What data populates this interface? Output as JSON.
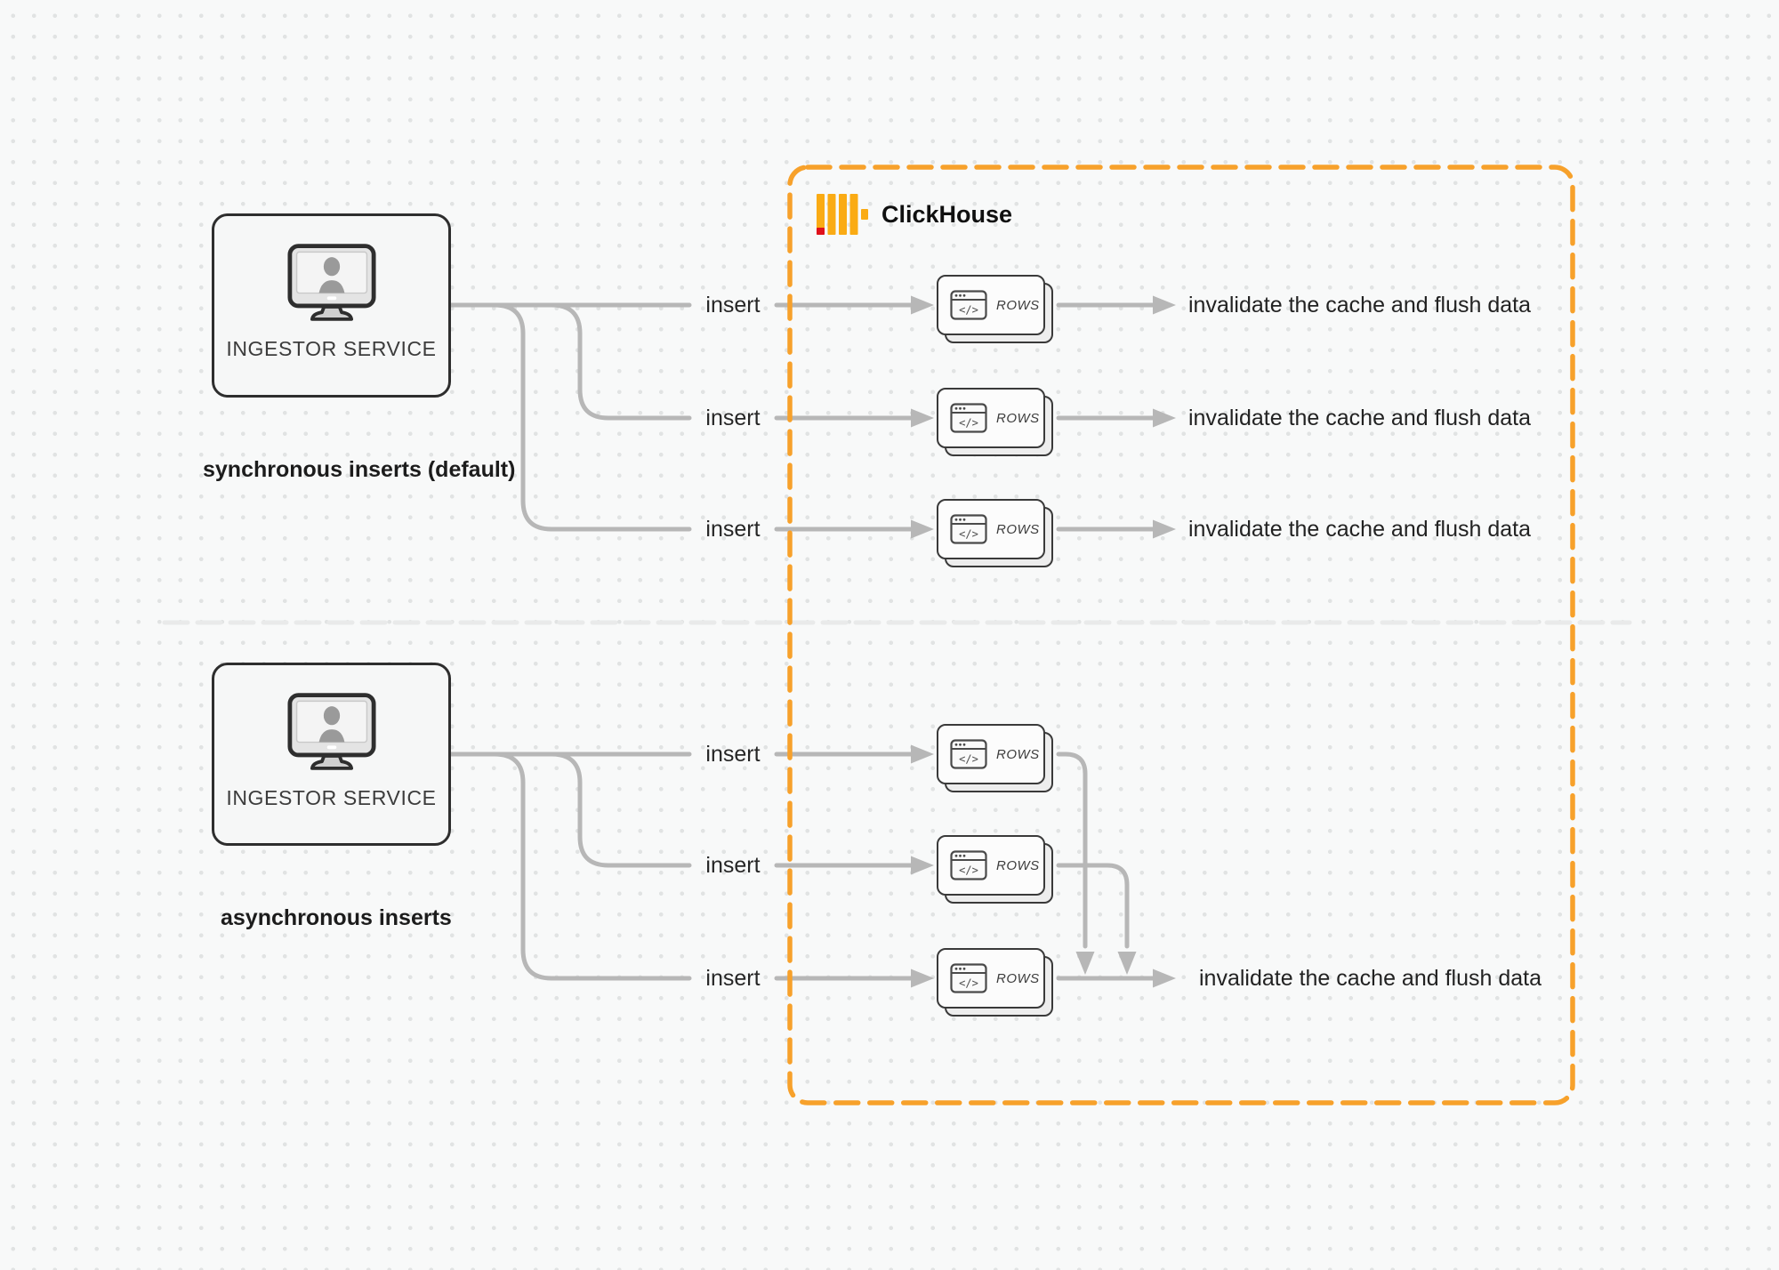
{
  "diagram": {
    "clickhouse_label": "ClickHouse",
    "sync": {
      "caption": "synchronous inserts (default)",
      "service_label": "INGESTOR SERVICE",
      "rows": [
        {
          "insert_label": "insert",
          "card_label": "ROWS",
          "result_label": "invalidate the cache and flush data"
        },
        {
          "insert_label": "insert",
          "card_label": "ROWS",
          "result_label": "invalidate the cache and flush data"
        },
        {
          "insert_label": "insert",
          "card_label": "ROWS",
          "result_label": "invalidate the cache and flush data"
        }
      ]
    },
    "async": {
      "caption": "asynchronous inserts",
      "service_label": "INGESTOR SERVICE",
      "rows": [
        {
          "insert_label": "insert",
          "card_label": "ROWS"
        },
        {
          "insert_label": "insert",
          "card_label": "ROWS"
        },
        {
          "insert_label": "insert",
          "card_label": "ROWS"
        }
      ],
      "result_label": "invalidate the cache and flush data"
    },
    "colors": {
      "accent_orange": "#F7A12B",
      "logo_yellow": "#FAAB14",
      "logo_red": "#E0101B",
      "connector_gray": "#B7B7B7",
      "divider_gray": "#E9EAEA",
      "text_dark": "#262626"
    }
  }
}
